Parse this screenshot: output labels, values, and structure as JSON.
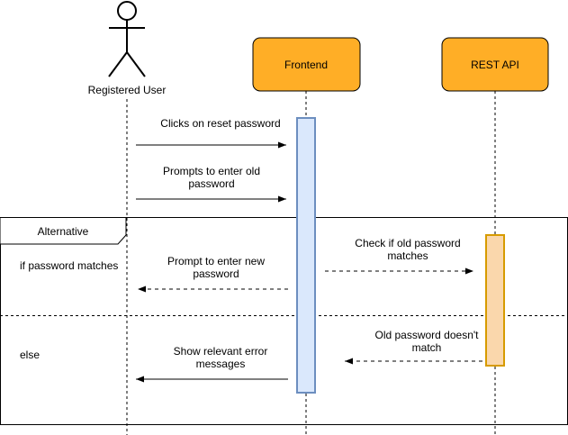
{
  "actors": {
    "user": {
      "label": "Registered User"
    },
    "frontend": {
      "label": "Frontend",
      "fill": "#FFAE26",
      "stroke": "#000000"
    },
    "api": {
      "label": "REST API",
      "fill": "#FFAE26",
      "stroke": "#000000"
    }
  },
  "fragment": {
    "label": "Alternative",
    "conditions": {
      "first": "if password matches",
      "second": "else"
    }
  },
  "messages": {
    "m1": {
      "line1": "Clicks on reset password"
    },
    "m2": {
      "line1": "Prompts to enter old",
      "line2": "password"
    },
    "m3": {
      "line1": "Check if old password",
      "line2": "matches"
    },
    "m4": {
      "line1": "Prompt to enter new",
      "line2": "password"
    },
    "m5": {
      "line1": "Old password doesn't",
      "line2": "match"
    },
    "m6": {
      "line1": "Show relevant error",
      "line2": "messages"
    }
  },
  "activations": {
    "frontend": {
      "fill": "#DAE8FC",
      "stroke": "#6C8EBF"
    },
    "api": {
      "fill": "#FAD7AC",
      "stroke": "#D79B00"
    }
  }
}
